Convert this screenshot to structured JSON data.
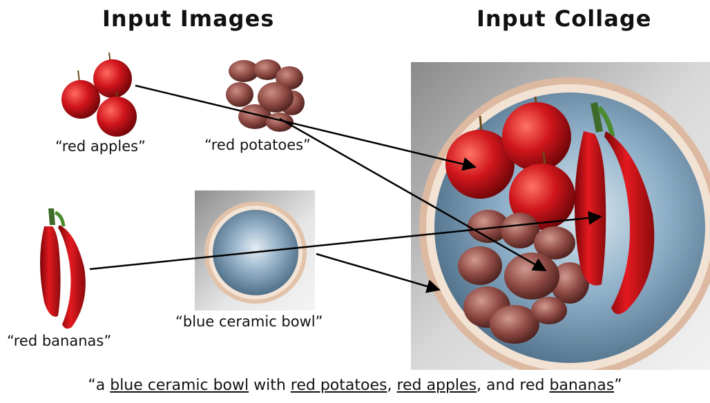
{
  "headings": {
    "left": "Input Images",
    "right": "Input Collage"
  },
  "inputs": {
    "apples": "“red apples”",
    "potatoes": "“red potatoes”",
    "bananas": "“red bananas”",
    "bowl": "“blue ceramic bowl”"
  },
  "caption": {
    "open": "“a ",
    "bowl": "blue ceramic bowl",
    "with": " with ",
    "potatoes": "red potatoes",
    "comma1": ", ",
    "apples": "red apples",
    "and": ", and red ",
    "bananas": "bananas",
    "close": "”"
  },
  "colors": {
    "apple": "#c8161d",
    "potato": "#8a4a44",
    "banana": "#d4141a",
    "bowl_inner": "#9bb6cc",
    "bowl_rim": "#e6c9b0",
    "arrow": "#000000"
  }
}
